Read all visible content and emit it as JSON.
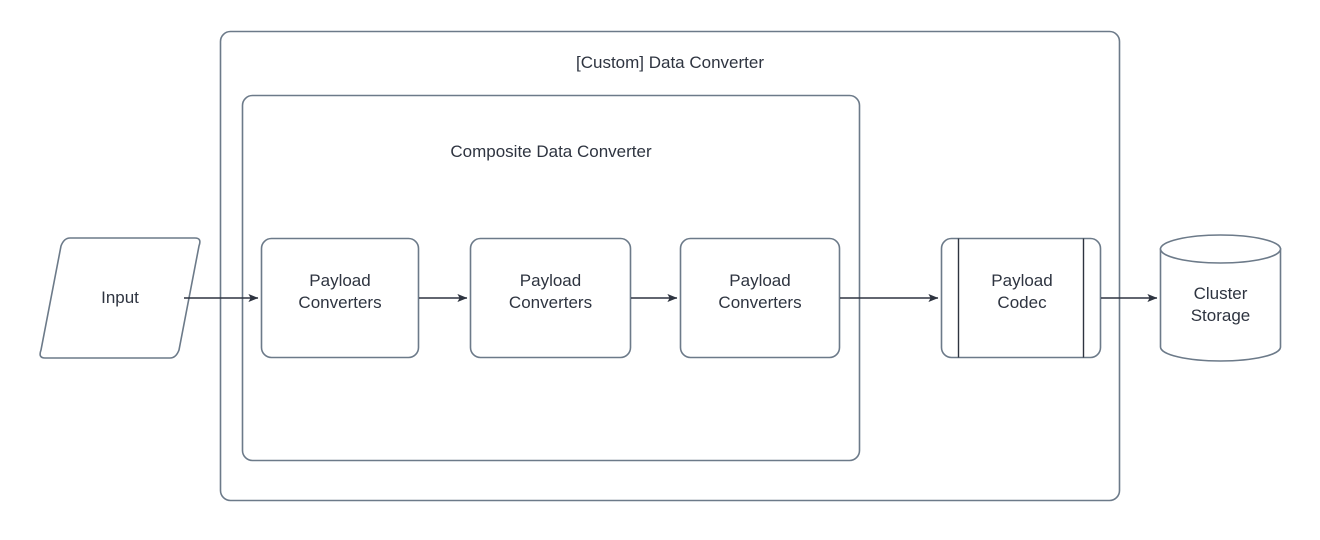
{
  "diagram": {
    "type": "flow-diagram",
    "background_color": "#FFFFFF",
    "stroke_color": "#6C7A89",
    "text_color": "#2E3440",
    "arrow_color": "#2E3440",
    "containers": [
      {
        "id": "custom-data-converter",
        "title": "[Custom] Data Converter",
        "shape": "rounded-rectangle"
      },
      {
        "id": "composite-data-converter",
        "title": "Composite Data Converter",
        "shape": "rounded-rectangle"
      }
    ],
    "nodes": [
      {
        "id": "input",
        "label": "Input",
        "shape": "parallelogram"
      },
      {
        "id": "pc1",
        "label": "Payload\nConverters",
        "shape": "rounded-rectangle"
      },
      {
        "id": "pc2",
        "label": "Payload\nConverters",
        "shape": "rounded-rectangle"
      },
      {
        "id": "pc3",
        "label": "Payload\nConverters",
        "shape": "rounded-rectangle"
      },
      {
        "id": "codec",
        "label": "Payload\nCodec",
        "shape": "process"
      },
      {
        "id": "storage",
        "label": "Cluster\nStorage",
        "shape": "cylinder"
      }
    ],
    "edges": [
      {
        "from": "input",
        "to": "pc1",
        "arrowhead": "filled-triangle"
      },
      {
        "from": "pc1",
        "to": "pc2",
        "arrowhead": "filled-triangle"
      },
      {
        "from": "pc2",
        "to": "pc3",
        "arrowhead": "filled-triangle"
      },
      {
        "from": "pc3",
        "to": "codec",
        "arrowhead": "filled-triangle"
      },
      {
        "from": "codec",
        "to": "storage",
        "arrowhead": "filled-triangle"
      }
    ]
  },
  "labels": {
    "outer_title": "[Custom] Data Converter",
    "inner_title": "Composite Data Converter",
    "input": "Input",
    "payload_converters_1": "Payload\nConverters",
    "payload_converters_2": "Payload\nConverters",
    "payload_converters_3": "Payload\nConverters",
    "payload_codec": "Payload\nCodec",
    "cluster_storage": "Cluster\nStorage"
  }
}
